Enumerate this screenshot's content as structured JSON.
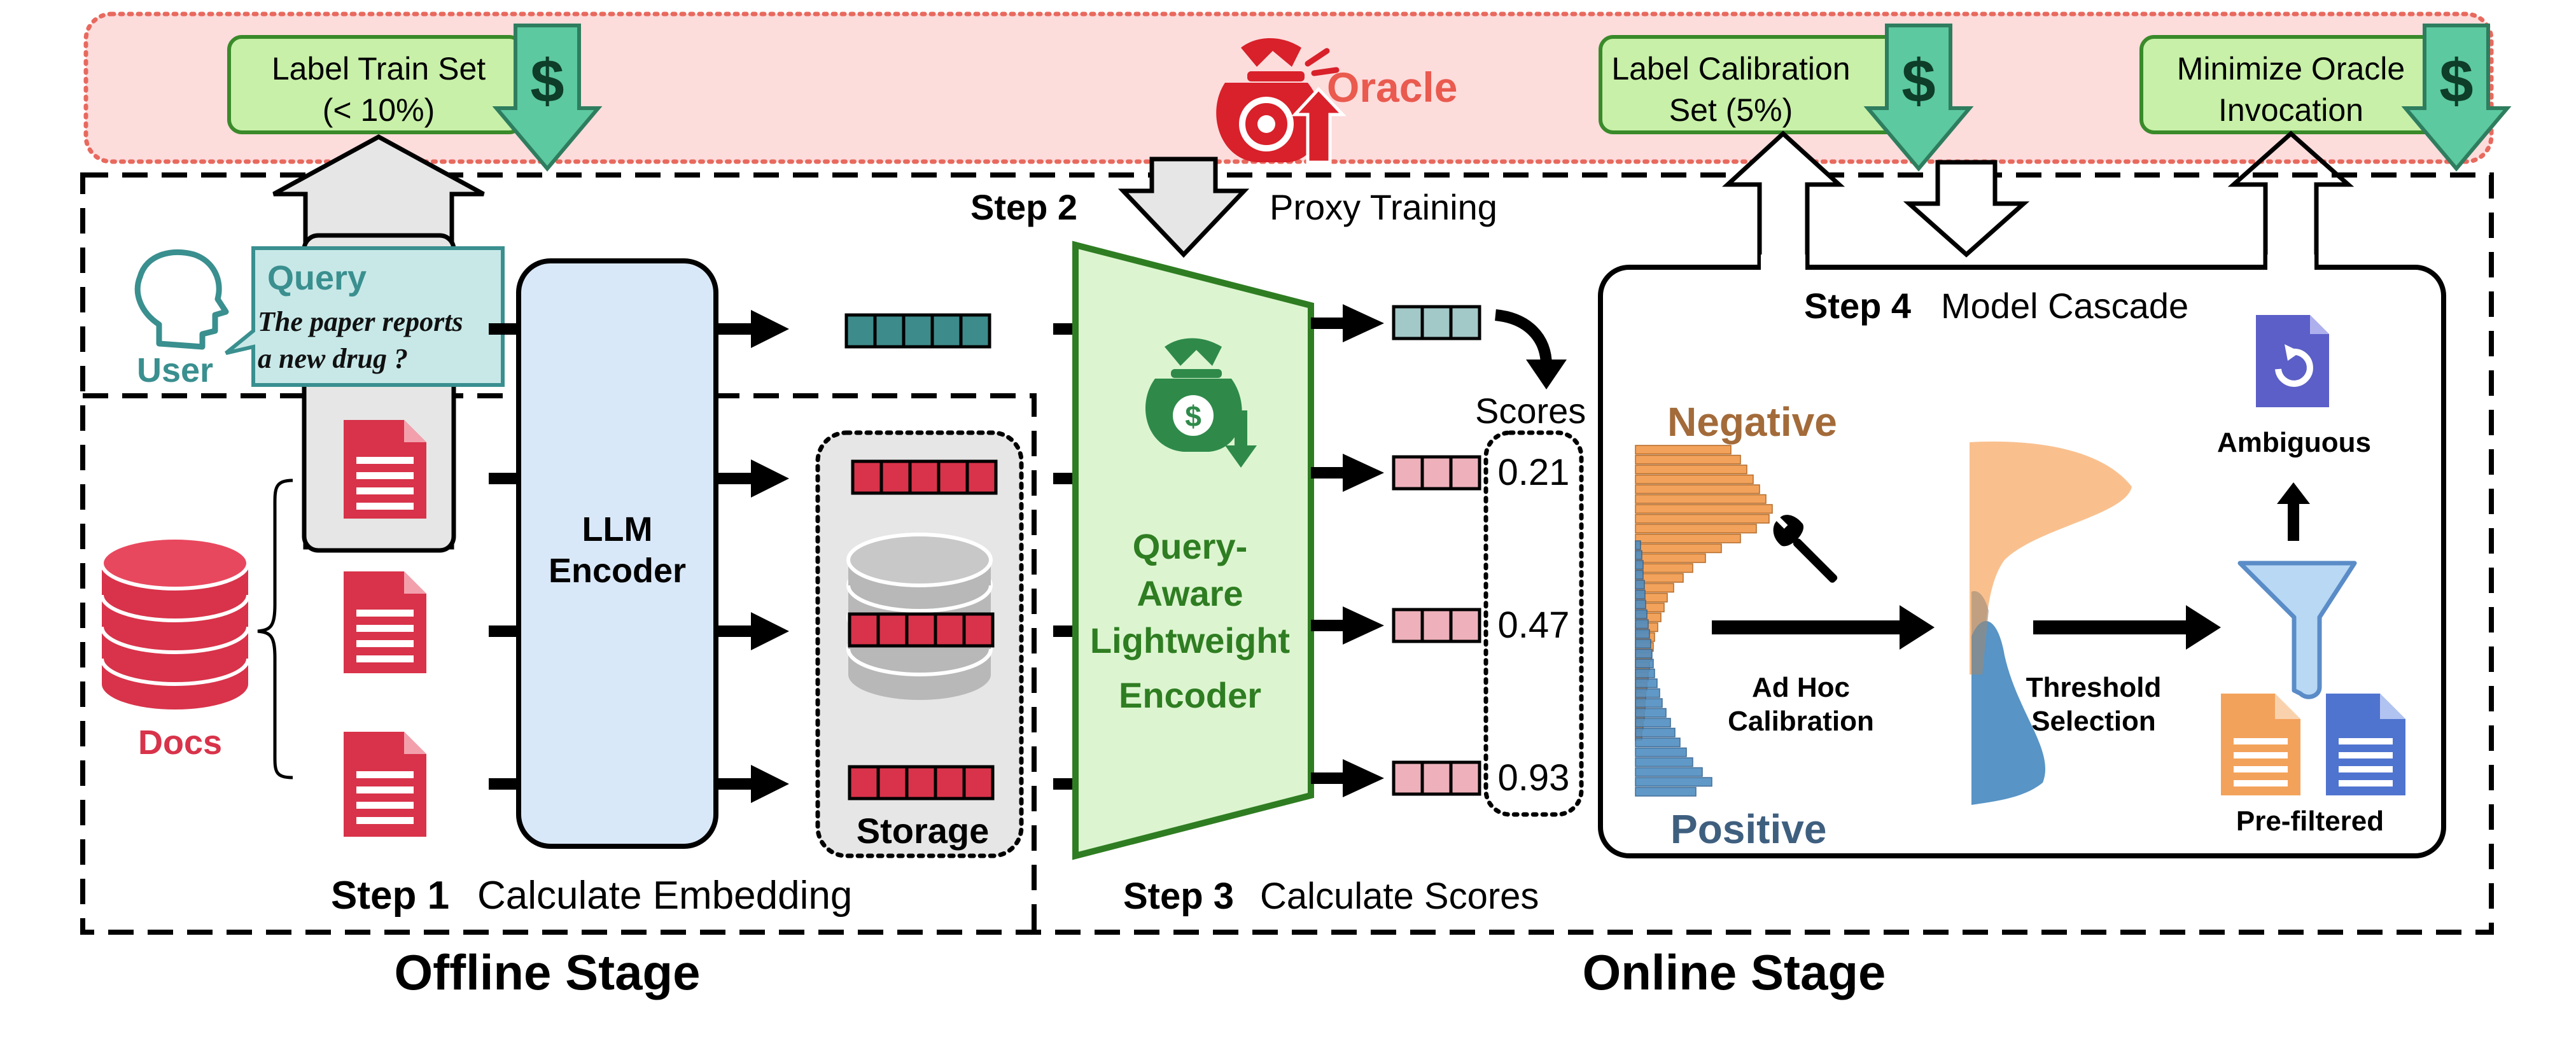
{
  "oracle": {
    "title": "Oracle",
    "label_train_line1": "Label Train Set",
    "label_train_line2": "(< 10%)",
    "label_calib_line1": "Label Calibration",
    "label_calib_line2": "Set (5%)",
    "minimize_line1": "Minimize Oracle",
    "minimize_line2": "Invocation",
    "dollar": "$"
  },
  "user": {
    "label": "User",
    "query_title": "Query",
    "query_line1": "The paper reports",
    "query_line2": "a new drug ?"
  },
  "docs": {
    "label": "Docs"
  },
  "encoder": {
    "line1": "LLM",
    "line2": "Encoder"
  },
  "storage": {
    "label": "Storage"
  },
  "lightweight": {
    "line1": "Query-",
    "line2": "Aware",
    "line3": "Lightweight",
    "line4": "Encoder"
  },
  "scores": {
    "title": "Scores",
    "values": [
      "0.21",
      "0.47",
      "0.93"
    ]
  },
  "steps": {
    "step1_bold": "Step 1",
    "step1_text": "Calculate Embedding",
    "step2_bold": "Step 2",
    "step2_text": "Proxy Training",
    "step3_bold": "Step 3",
    "step3_text": "Calculate Scores",
    "step4_bold": "Step 4",
    "step4_text": "Model Cascade"
  },
  "cascade": {
    "negative": "Negative",
    "positive": "Positive",
    "adhoc_line1": "Ad Hoc",
    "adhoc_line2": "Calibration",
    "threshold_line1": "Threshold",
    "threshold_line2": "Selection",
    "ambiguous": "Ambiguous",
    "prefiltered": "Pre-filtered"
  },
  "stages": {
    "offline": "Offline Stage",
    "online": "Online Stage"
  },
  "colors": {
    "oracle_bg": "#fddcdc",
    "oracle_border": "#e8695e",
    "oracle_text": "#ea5a4f",
    "green_box": "#c8f0a8",
    "green_border": "#3a8a2a",
    "dollar_teal": "#5cc9a0",
    "teal": "#3a8f8f",
    "doc_red": "#d8334a",
    "encoder_blue": "#d9e8f8",
    "light_green": "#dcf5d0",
    "dark_green": "#2f7d22",
    "orange": "#f3a25b",
    "blue": "#4f8ec2",
    "purple": "#5b5fc7"
  }
}
